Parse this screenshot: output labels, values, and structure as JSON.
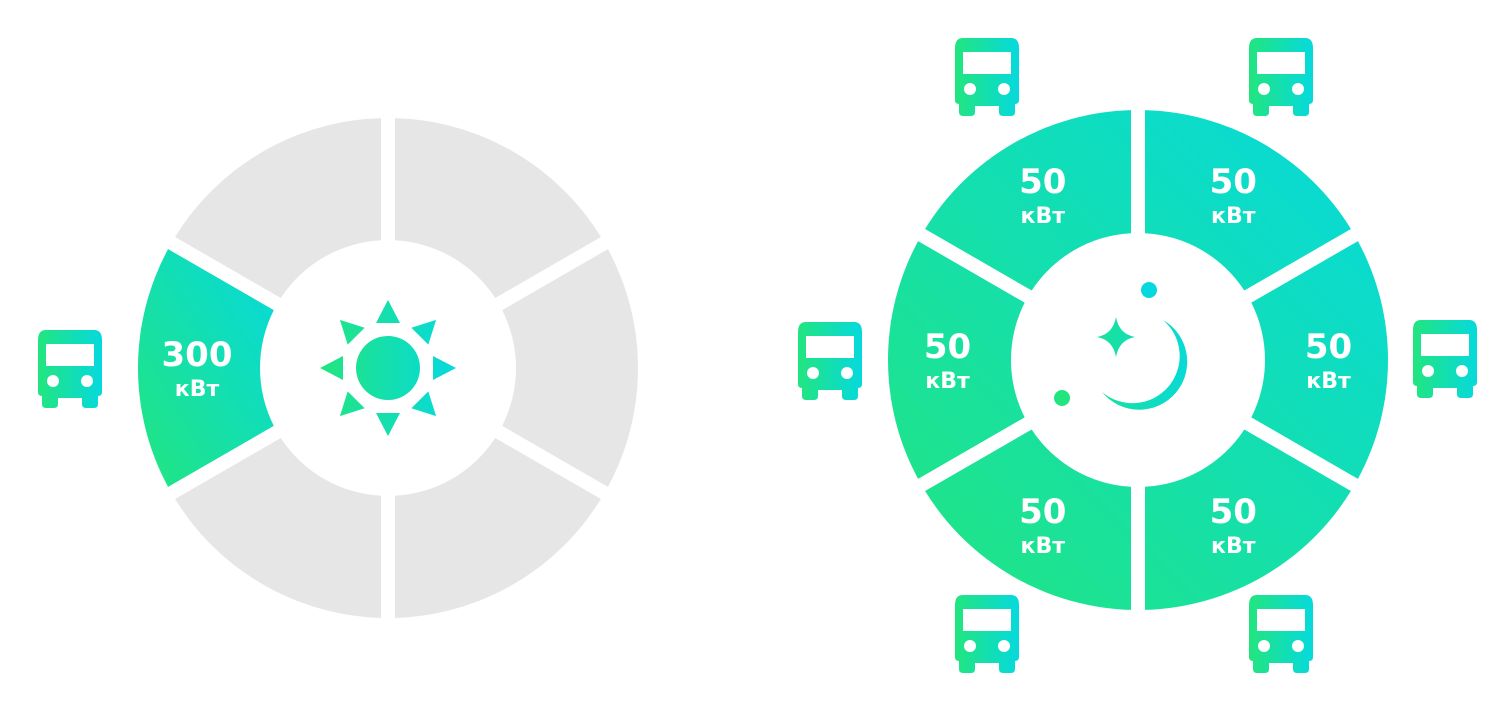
{
  "colors": {
    "gradient_start": "#22e57f",
    "gradient_end": "#06d9dd",
    "inactive": "#e6e6e6",
    "label": "#ffffff"
  },
  "day_diagram": {
    "mode_icon": "sun-icon",
    "segment_count": 6,
    "segments": [
      {
        "position": "top-left",
        "active": false,
        "value": "",
        "unit": ""
      },
      {
        "position": "top-right",
        "active": false,
        "value": "",
        "unit": ""
      },
      {
        "position": "right",
        "active": false,
        "value": "",
        "unit": ""
      },
      {
        "position": "bottom-right",
        "active": false,
        "value": "",
        "unit": ""
      },
      {
        "position": "bottom-left",
        "active": false,
        "value": "",
        "unit": ""
      },
      {
        "position": "left",
        "active": true,
        "value": "300",
        "unit": "кВт"
      }
    ],
    "buses": [
      {
        "position": "left",
        "icon": "bus-icon"
      }
    ]
  },
  "night_diagram": {
    "mode_icon": "moon-stars-icon",
    "segment_count": 6,
    "segments": [
      {
        "position": "top-left",
        "active": true,
        "value": "50",
        "unit": "кВт"
      },
      {
        "position": "top-right",
        "active": true,
        "value": "50",
        "unit": "кВт"
      },
      {
        "position": "right",
        "active": true,
        "value": "50",
        "unit": "кВт"
      },
      {
        "position": "bottom-right",
        "active": true,
        "value": "50",
        "unit": "кВт"
      },
      {
        "position": "bottom-left",
        "active": true,
        "value": "50",
        "unit": "кВт"
      },
      {
        "position": "left",
        "active": true,
        "value": "50",
        "unit": "кВт"
      }
    ],
    "buses": [
      {
        "position": "top-left",
        "icon": "bus-icon"
      },
      {
        "position": "top-right",
        "icon": "bus-icon"
      },
      {
        "position": "right",
        "icon": "bus-icon"
      },
      {
        "position": "bottom-right",
        "icon": "bus-icon"
      },
      {
        "position": "bottom-left",
        "icon": "bus-icon"
      },
      {
        "position": "left",
        "icon": "bus-icon"
      }
    ]
  }
}
